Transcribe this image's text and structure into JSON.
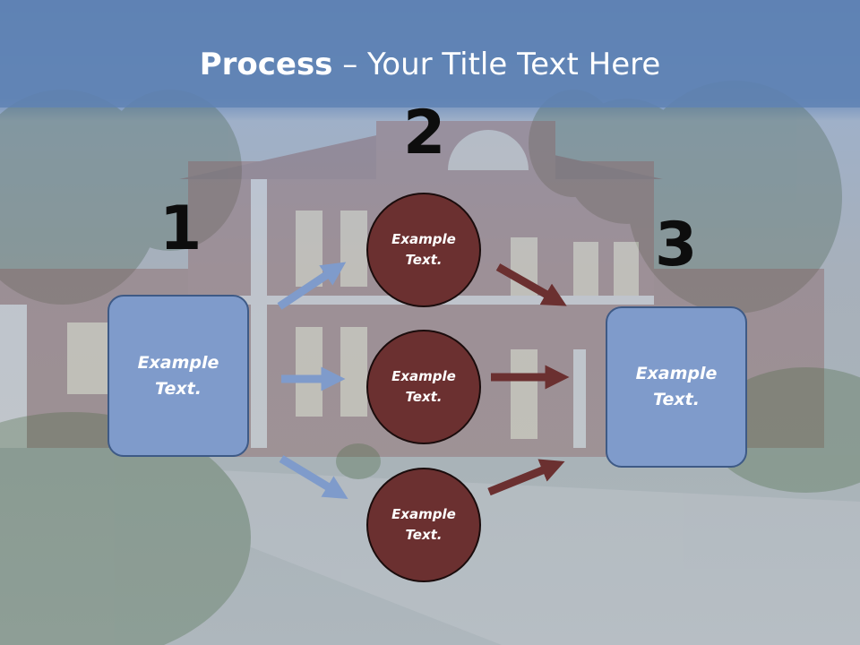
{
  "slide": {
    "title_bold": "Process",
    "title_rest": " – Your Title Text Here",
    "numbers": [
      "1",
      "2",
      "3"
    ],
    "left_box": "Example\nText.",
    "right_box": "Example\nText.",
    "circles": [
      "Example\nText.",
      "Example\nText.",
      "Example\nText."
    ]
  },
  "colors": {
    "header": "#5f82b4",
    "box_fill": "#7f9bcb",
    "circle_fill": "#6b3030",
    "blue_arrow": "#7f9bcb",
    "red_arrow": "#6b3030"
  }
}
